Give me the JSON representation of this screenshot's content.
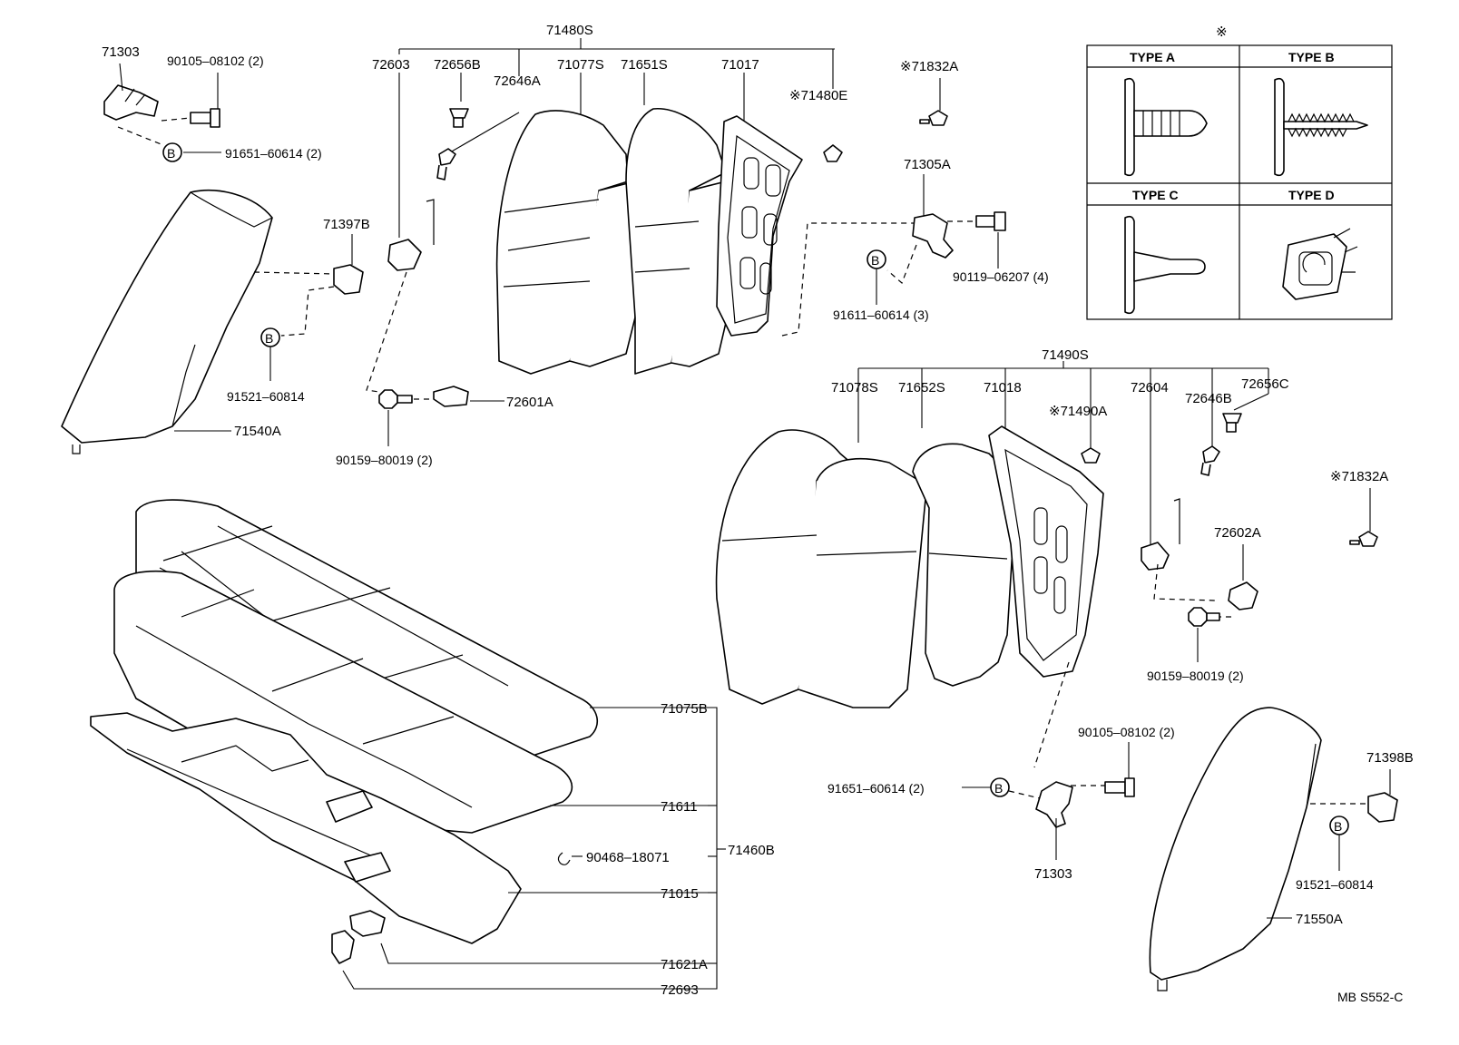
{
  "diagram_code": "MB  S552-C",
  "legend": {
    "mark": "※",
    "types": [
      "TYPE A",
      "TYPE B",
      "TYPE C",
      "TYPE D"
    ]
  },
  "labels": {
    "p71480S": "71480S",
    "p71303_top": "71303",
    "p90105_top": "90105–08102 (2)",
    "p91651_top": "91651–60614 (2)",
    "p72603": "72603",
    "p72656B": "72656B",
    "p72646A": "72646A",
    "p71077S": "71077S",
    "p71651S": "71651S",
    "p71017": "71017",
    "p71480E": "※71480E",
    "p71832A_top": "※71832A",
    "p71397B": "71397B",
    "p71305A": "71305A",
    "p90119": "90119–06207 (4)",
    "p91611": "91611–60614 (3)",
    "p91521_left": "91521–60814",
    "p72601A": "72601A",
    "p90159_left": "90159–80019 (2)",
    "p71540A": "71540A",
    "p71490S": "71490S",
    "p71078S": "71078S",
    "p71652S": "71652S",
    "p71018": "71018",
    "p71490A": "※71490A",
    "p72604": "72604",
    "p72646B": "72646B",
    "p72656C": "72656C",
    "p71832A_right": "※71832A",
    "p72602A": "72602A",
    "p90159_right": "90159–80019 (2)",
    "p90105_bottom": "90105–08102 (2)",
    "p91651_bottom": "91651–60614 (2)",
    "p71303_bottom": "71303",
    "p71398B": "71398B",
    "p91521_right": "91521–60814",
    "p71550A": "71550A",
    "p71075B": "71075B",
    "p71611": "71611",
    "p90468": "90468–18071",
    "p71460B": "71460B",
    "p71015": "71015",
    "p71621A": "71621A",
    "p72693": "72693"
  },
  "bolt_mark": "B"
}
